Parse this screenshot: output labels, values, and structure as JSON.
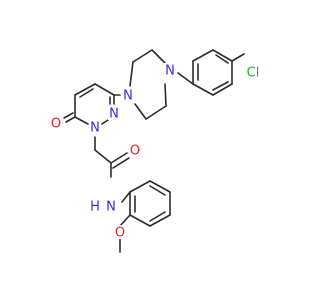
{
  "molecule": {
    "atom_labels": {
      "N_pip_top": "N",
      "N_pip_bottom": "N",
      "N_pyr_2": "N",
      "N_pyr_1": "N",
      "O_ketone": "O",
      "O_amide": "O",
      "NH_amide": "N",
      "H_amide": "H",
      "Cl": "Cl",
      "O_methoxy": "O"
    },
    "colors": {
      "bond": "#2b2b2b",
      "nitrogen": "#3333cc",
      "oxygen": "#e8231e",
      "chlorine": "#1fb31f"
    }
  }
}
